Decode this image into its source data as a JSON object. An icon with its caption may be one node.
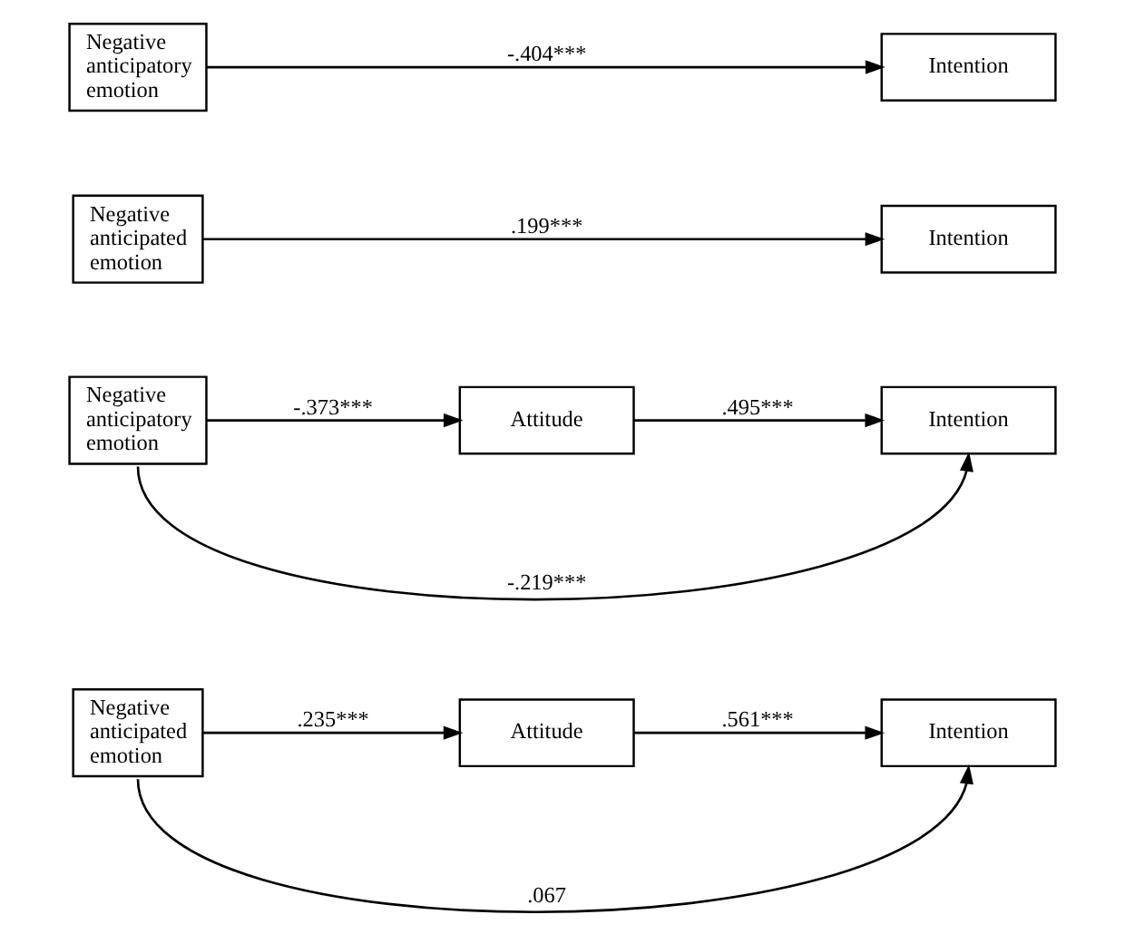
{
  "diagram": {
    "nodes": [
      {
        "text": [
          "Negative anticipatory emotion"
        ]
      },
      {
        "text": [
          "Intention"
        ]
      },
      {
        "text": [
          "Negative anticipated emotion"
        ]
      },
      {
        "text": [
          "Intention"
        ]
      },
      {
        "text": [
          "Negative anticipatory emotion"
        ]
      },
      {
        "text": [
          "Attitude"
        ]
      },
      {
        "text": [
          "Intention"
        ]
      },
      {
        "text": [
          "Negative anticipated emotion"
        ]
      },
      {
        "text": [
          "Attitude"
        ]
      },
      {
        "text": [
          "Intention"
        ]
      }
    ],
    "edges": [
      {
        "from": 0,
        "to": 1,
        "arrow": "to",
        "label": "-.404***"
      },
      {
        "from": 2,
        "to": 3,
        "arrow": "to",
        "label": ".199***"
      },
      {
        "from": 4,
        "to": 5,
        "arrow": "to",
        "label": "-.373***"
      },
      {
        "from": 5,
        "to": 6,
        "arrow": "to",
        "label": ".495***"
      },
      {
        "from": 4,
        "to": 6,
        "arrow": "to",
        "label": "-.219***"
      },
      {
        "from": 7,
        "to": 8,
        "arrow": "to",
        "label": ".235***"
      },
      {
        "from": 8,
        "to": 9,
        "arrow": "to",
        "label": ".561***"
      },
      {
        "from": 7,
        "to": 9,
        "arrow": "to",
        "label": ".067"
      }
    ]
  }
}
